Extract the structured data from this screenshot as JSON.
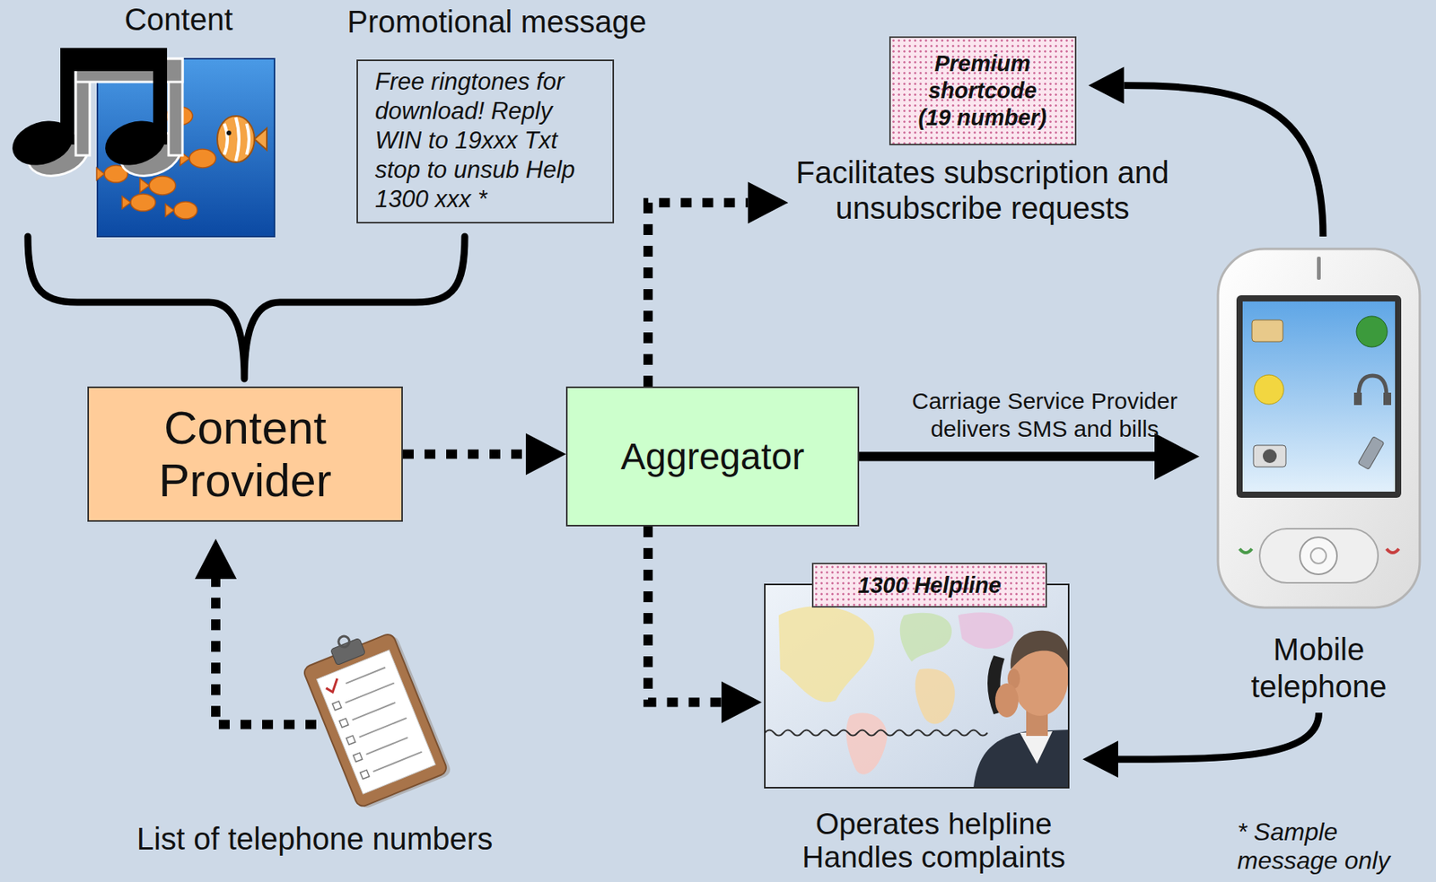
{
  "diagram": {
    "nodes": [
      {
        "text": [
          "Promotional message",
          "Free ringtones for download! Reply WIN to 19xxx Txt stop to unsub Help 1300 xxx *"
        ]
      },
      {
        "text": [
          "Premium shortcode (19 number)",
          "Facilitates subscription and unsubscribe requests"
        ]
      },
      {
        "text": [
          "Content Provider"
        ]
      },
      {
        "text": [
          "Aggregator"
        ]
      },
      {
        "text": [
          "Mobile telephone"
        ]
      },
      {
        "text": [
          "1300 Helpline",
          "Operates helpline Handles complaints"
        ]
      },
      {
        "text": [
          "List of telephone numbers"
        ]
      }
    ],
    "edges": [
      {
        "from": 2,
        "to": 3,
        "arrow": "to"
      },
      {
        "from": 3,
        "to": 1,
        "arrow": "to"
      },
      {
        "from": 3,
        "to": 4,
        "arrow": "to",
        "label": "Carriage Service Provider delivers SMS and bills"
      },
      {
        "from": 3,
        "to": 5,
        "arrow": "to"
      },
      {
        "from": 4,
        "to": 1,
        "arrow": "to"
      },
      {
        "from": 4,
        "to": 5,
        "arrow": "to"
      },
      {
        "from": 6,
        "to": 2,
        "arrow": "to"
      }
    ],
    "labels": [
      "Content",
      "* Sample message only"
    ]
  }
}
